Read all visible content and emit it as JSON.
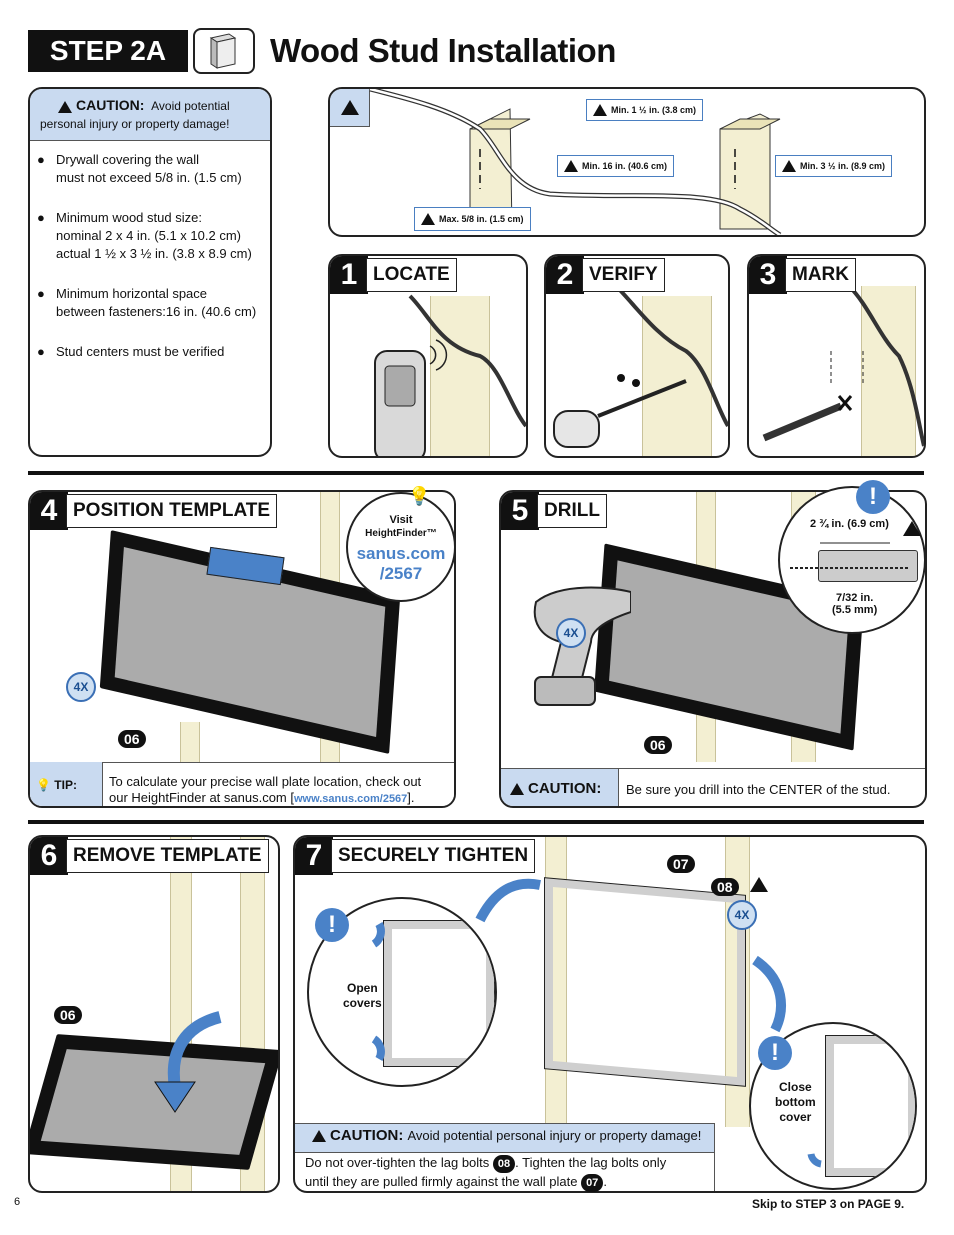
{
  "header": {
    "step_label": "STEP 2A",
    "title": "Wood Stud Installation"
  },
  "caution_box": {
    "title": "CAUTION:",
    "line1": "Avoid potential",
    "line2": "personal injury or property damage!",
    "bullets": [
      {
        "l1": "Drywall covering the wall",
        "l2": "must not exceed 5/8 in. (1.5 cm)",
        "l3": ""
      },
      {
        "l1": "Minimum wood stud size:",
        "l2": "nominal 2 x 4 in. (5.1 x 10.2 cm)",
        "l3": "actual 1 ½ x 3 ½ in. (3.8 x 8.9 cm)"
      },
      {
        "l1": "Minimum horizontal space",
        "l2": "between fasteners:16 in. (40.6 cm)",
        "l3": ""
      },
      {
        "l1": "Stud centers must be verified",
        "l2": "",
        "l3": ""
      }
    ]
  },
  "diagram_labels": {
    "min_1_5": "Min. 1 ½ in. (3.8 cm)",
    "min_16": "Min. 16 in. (40.6 cm)",
    "min_3_5": "Min. 3 ½ in. (8.9 cm)",
    "max_5_8": "Max. 5/8 in.  (1.5 cm)"
  },
  "steps": {
    "s1": {
      "num": "1",
      "label": "LOCATE"
    },
    "s2": {
      "num": "2",
      "label": "VERIFY"
    },
    "s3": {
      "num": "3",
      "label": "MARK"
    },
    "s4": {
      "num": "4",
      "label": "POSITION TEMPLATE"
    },
    "s5": {
      "num": "5",
      "label": "DRILL"
    },
    "s6": {
      "num": "6",
      "label": "REMOVE TEMPLATE"
    },
    "s7": {
      "num": "7",
      "label": "SECURELY TIGHTEN"
    }
  },
  "step4": {
    "visit": "Visit",
    "heightfinder": "HeightFinder™",
    "link1": "sanus.com",
    "link2": "/2567",
    "qty": "4X",
    "part": "06",
    "tip_label": "TIP:",
    "tip_text1": "To calculate your precise wall plate location, check out",
    "tip_text2_pre": "our HeightFinder at sanus.com [",
    "tip_link": "www.sanus.com/2567",
    "tip_text2_post": "]."
  },
  "step5": {
    "depth": "2 ¾ in. (6.9 cm)",
    "bit1": "7/32 in.",
    "bit2": "(5.5 mm)",
    "qty": "4X",
    "part": "06",
    "caution_label": "CAUTION:",
    "caution_text": "Be sure you drill into the CENTER of the stud."
  },
  "step6": {
    "part": "06"
  },
  "step7": {
    "part_plate": "07",
    "part_bolt": "08",
    "qty": "4X",
    "open_covers1": "Open",
    "open_covers2": "covers",
    "close1": "Close",
    "close2": "bottom",
    "close3": "cover",
    "caution_label": "CAUTION:",
    "caution_text": "Avoid potential personal injury or property damage!",
    "note_pre": "Do not over-tighten the lag bolts",
    "note_mid": ". Tighten the lag bolts only",
    "note_line2": "until they are pulled firmly against the wall plate",
    "note_end": "."
  },
  "footer": {
    "page": "6",
    "skip": "Skip to STEP 3 on PAGE 9."
  },
  "colors": {
    "accent_blue": "#4a82c8",
    "caution_bg": "#c9daf0",
    "stud": "#f3efd2"
  }
}
